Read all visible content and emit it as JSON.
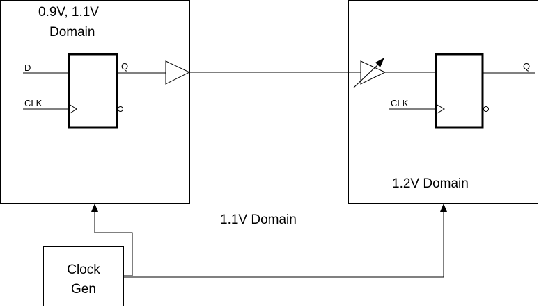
{
  "left_domain": {
    "label_line1": "0.9V, 1.1V",
    "label_line2": "Domain"
  },
  "right_domain": {
    "label": "1.2V Domain"
  },
  "middle_domain": {
    "label": "1.1V Domain"
  },
  "clock_gen": {
    "label_line1": "Clock",
    "label_line2": "Gen"
  },
  "flipflop_left": {
    "d_label": "D",
    "q_label": "Q",
    "clk_label": "CLK"
  },
  "flipflop_right": {
    "q_label": "Q",
    "clk_label": "CLK"
  }
}
